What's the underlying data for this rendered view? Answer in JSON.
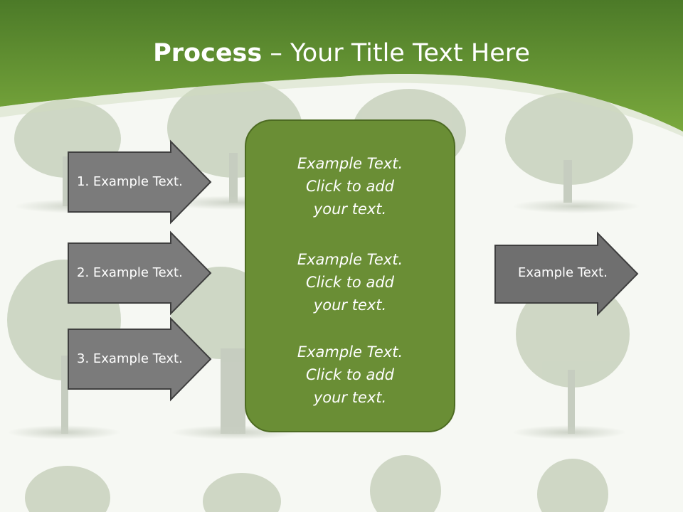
{
  "slide": {
    "title_bold": "Process",
    "title_rest": "– Your Title Text Here",
    "input_arrows": [
      {
        "label": "1. Example Text."
      },
      {
        "label": "2. Example Text."
      },
      {
        "label": "3. Example Text."
      }
    ],
    "center_box": {
      "blocks": [
        {
          "line1": "Example Text.",
          "line2": "Click  to add",
          "line3": "your text."
        },
        {
          "line1": "Example Text.",
          "line2": "Click  to add",
          "line3": "your text."
        },
        {
          "line1": "Example Text.",
          "line2": "Click  to add",
          "line3": "your text."
        }
      ]
    },
    "output_arrow": {
      "label": "Example Text."
    }
  },
  "colors": {
    "header_dark": "#4f7a2a",
    "header_light": "#77a63b",
    "box_fill": "#6a8e35",
    "arrow_fill": "#7a7a7a"
  }
}
